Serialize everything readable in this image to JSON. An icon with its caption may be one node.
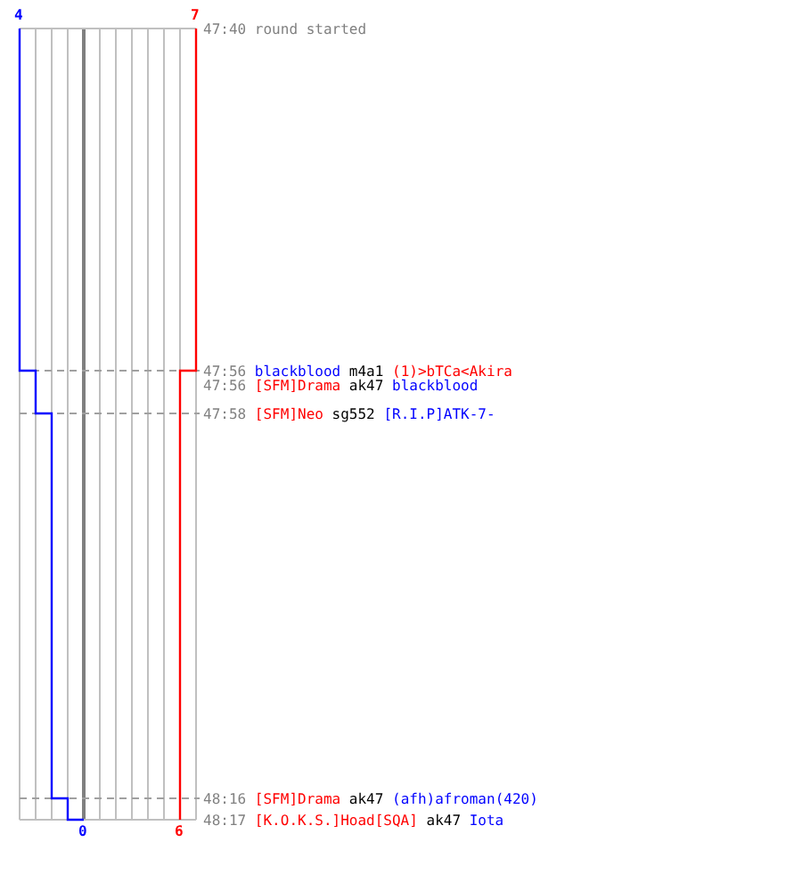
{
  "diagram": {
    "labels": [
      "4",
      "7",
      "47:40",
      "round started",
      "47:56",
      "blackblood",
      "m4a1",
      "(1)>bTCa<Akira",
      "47:56",
      "[SFM]Drama",
      "ak47",
      "blackblood",
      "47:58",
      "[SFM]Neo",
      "sg552",
      "[R.I.P]ATK-7-",
      "48:16",
      "[SFM]Drama",
      "ak47",
      "(afh)afroman(420)",
      "48:17",
      "[K.O.K.S.]Hoad[SQA]",
      "ak47",
      "Iota",
      "0",
      "6"
    ]
  }
}
